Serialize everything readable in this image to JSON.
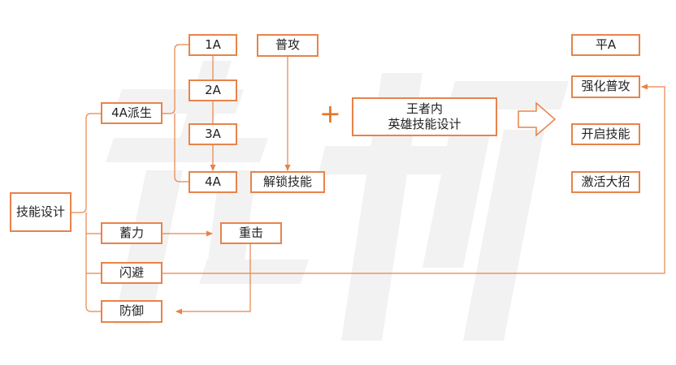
{
  "watermark": "竞校",
  "root": "技能设计",
  "branches": {
    "derive": "4A派生",
    "charge": "蓄力",
    "dodge": "闪避",
    "defend": "防御"
  },
  "combo": [
    "1A",
    "2A",
    "3A",
    "4A"
  ],
  "normal_attack": "普攻",
  "unlock_skill": "解锁技能",
  "heavy_attack": "重击",
  "plus_symbol": "+",
  "center_box": {
    "line1": "王者内",
    "line2": "英雄技能设计"
  },
  "results": [
    "平A",
    "强化普攻",
    "开启技能",
    "激活大招"
  ],
  "colors": {
    "accent": "#e8834a",
    "watermark": "#f1f1f1"
  }
}
